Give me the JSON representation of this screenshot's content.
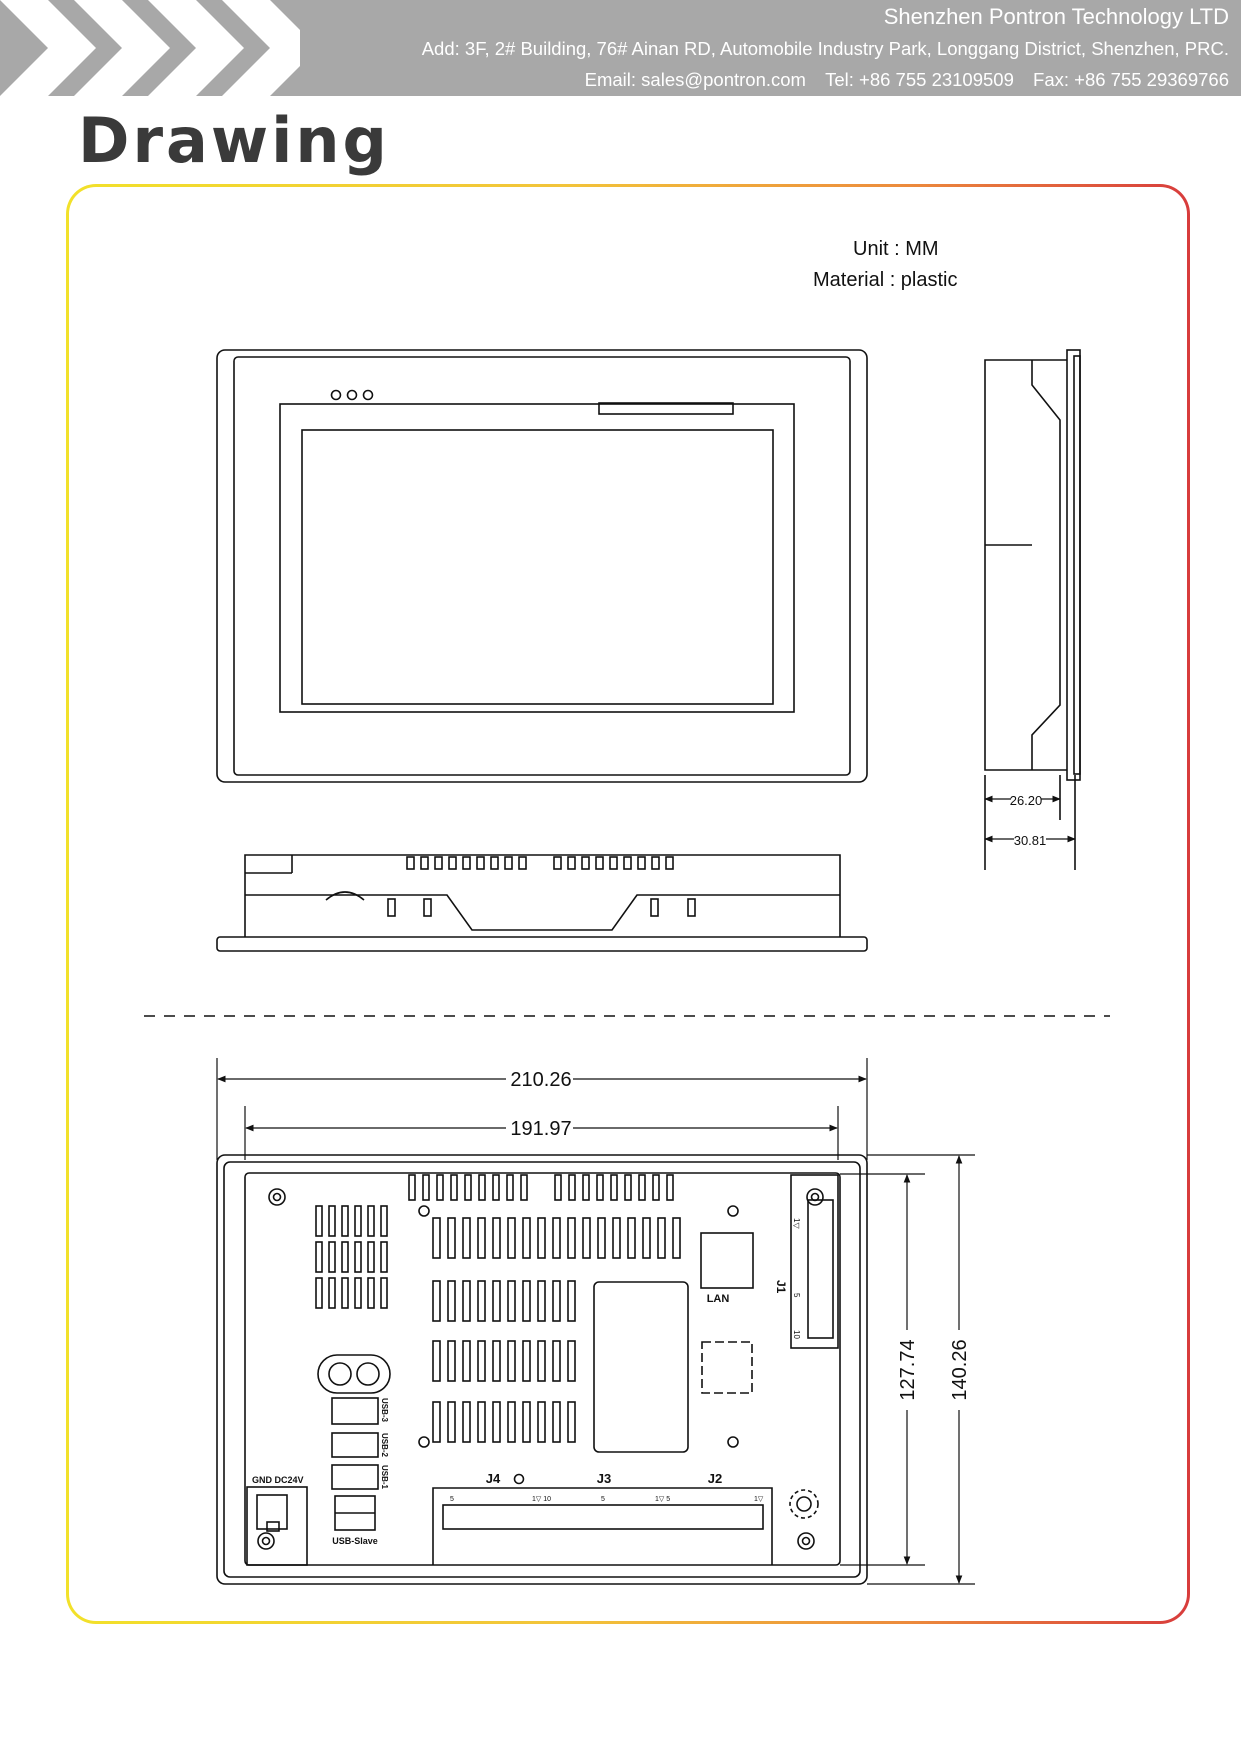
{
  "header": {
    "company": "Shenzhen Pontron Technology LTD",
    "address": "Add: 3F, 2# Building, 76# Ainan RD, Automobile Industry Park, Longgang District, Shenzhen, PRC.",
    "email": "Email: sales@pontron.com",
    "tel": "Tel: +86 755 23109509",
    "fax": "Fax: +86 755 29369766"
  },
  "title": "Drawing",
  "notes": {
    "unit": "Unit : MM",
    "material": "Material : plastic"
  },
  "dimensions": {
    "depth_body": "26.20",
    "depth_total": "30.81",
    "width_outer": "210.26",
    "width_inner": "191.97",
    "height_inner": "127.74",
    "height_outer": "140.26"
  },
  "port_labels": {
    "j1": "J1",
    "j2": "J2",
    "j3": "J3",
    "j4": "J4",
    "lan": "LAN",
    "usb1": "USB-1",
    "usb2": "USB-2",
    "usb3": "USB-3",
    "usb_slave": "USB-Slave",
    "power": "GND DC24V",
    "pin_j4_a": "5",
    "pin_j4_b": "1▽ 10",
    "pin_j3_a": "5",
    "pin_j3_b": "1▽ 5",
    "pin_j2": "1▽",
    "pin_j1_a": "1▽",
    "pin_j1_b": "5",
    "pin_j1_c": "10"
  },
  "colors": {
    "header_bg": "#a8a8a8",
    "frame_gradient": [
      "#f2e12a",
      "#f2c33a",
      "#ec8a3c",
      "#d83c3c"
    ],
    "line": "#111111"
  }
}
